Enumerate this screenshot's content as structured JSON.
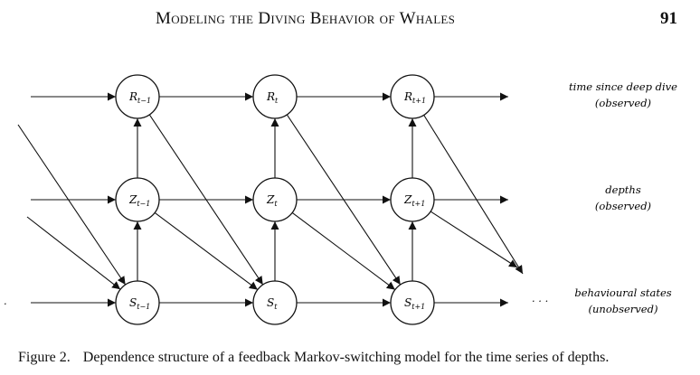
{
  "header": {
    "title": "Modeling the Diving Behavior of Whales",
    "page_number": "91"
  },
  "diagram": {
    "columns": [
      "t-1",
      "t",
      "t+1"
    ],
    "nodes": [
      {
        "id": "R-tm1",
        "row": 0,
        "col": 0,
        "base": "R",
        "sub": "t−1"
      },
      {
        "id": "R-t",
        "row": 0,
        "col": 1,
        "base": "R",
        "sub": "t"
      },
      {
        "id": "R-tp1",
        "row": 0,
        "col": 2,
        "base": "R",
        "sub": "t+1"
      },
      {
        "id": "Z-tm1",
        "row": 1,
        "col": 0,
        "base": "Z",
        "sub": "t−1"
      },
      {
        "id": "Z-t",
        "row": 1,
        "col": 1,
        "base": "Z",
        "sub": "t"
      },
      {
        "id": "Z-tp1",
        "row": 1,
        "col": 2,
        "base": "Z",
        "sub": "t+1"
      },
      {
        "id": "S-tm1",
        "row": 2,
        "col": 0,
        "base": "S",
        "sub": "t−1"
      },
      {
        "id": "S-t",
        "row": 2,
        "col": 1,
        "base": "S",
        "sub": "t"
      },
      {
        "id": "S-tp1",
        "row": 2,
        "col": 2,
        "base": "S",
        "sub": "t+1"
      }
    ],
    "row_labels": [
      {
        "line1": "time since deep dive",
        "line2": "(observed)"
      },
      {
        "line1": "depths",
        "line2": "(observed)"
      },
      {
        "line1": "behavioural states",
        "line2": "(unobserved)"
      }
    ],
    "ellipsis_left": ".",
    "ellipsis_right": "· · ·"
  },
  "caption": {
    "figure_number": "Figure 2.",
    "text": "Dependence structure of a feedback Markov-switching model for the time series of depths."
  }
}
